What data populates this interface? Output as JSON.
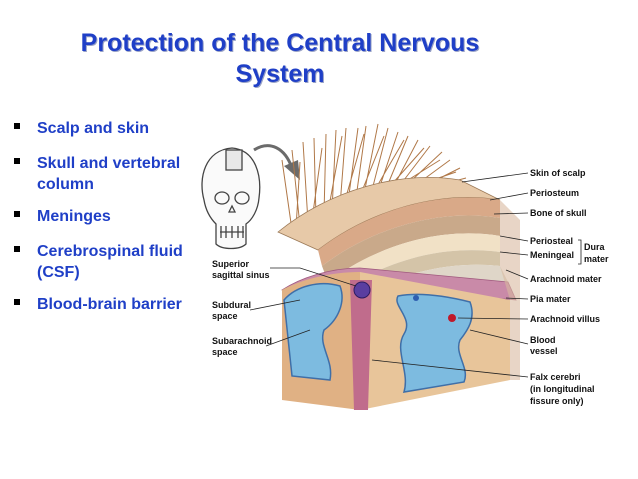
{
  "slide": {
    "title_line1": "Protection of the Central Nervous",
    "title_line2": "System",
    "bullets": [
      "Scalp and skin",
      "Skull and vertebral column",
      "Meninges",
      "Cerebrospinal fluid (CSF)",
      "Blood-brain barrier"
    ]
  },
  "figure": {
    "left_labels": {
      "superior_sagittal_sinus_1": "Superior",
      "superior_sagittal_sinus_2": "sagittal sinus",
      "subdural_1": "Subdural",
      "subdural_2": "space",
      "subarachnoid_1": "Subarachnoid",
      "subarachnoid_2": "space"
    },
    "right_labels": {
      "skin_of_scalp": "Skin of scalp",
      "periosteum": "Periosteum",
      "bone_of_skull": "Bone of skull",
      "periosteal": "Periosteal",
      "meningeal": "Meningeal",
      "dura_1": "Dura",
      "dura_2": "mater",
      "arachnoid_mater": "Arachnoid mater",
      "pia_mater": "Pia mater",
      "arachnoid_villus": "Arachnoid villus",
      "blood_1": "Blood",
      "blood_2": "vessel",
      "falx_1": "Falx cerebri",
      "falx_2": "(in longitudinal",
      "falx_3": "fissure only)"
    }
  }
}
